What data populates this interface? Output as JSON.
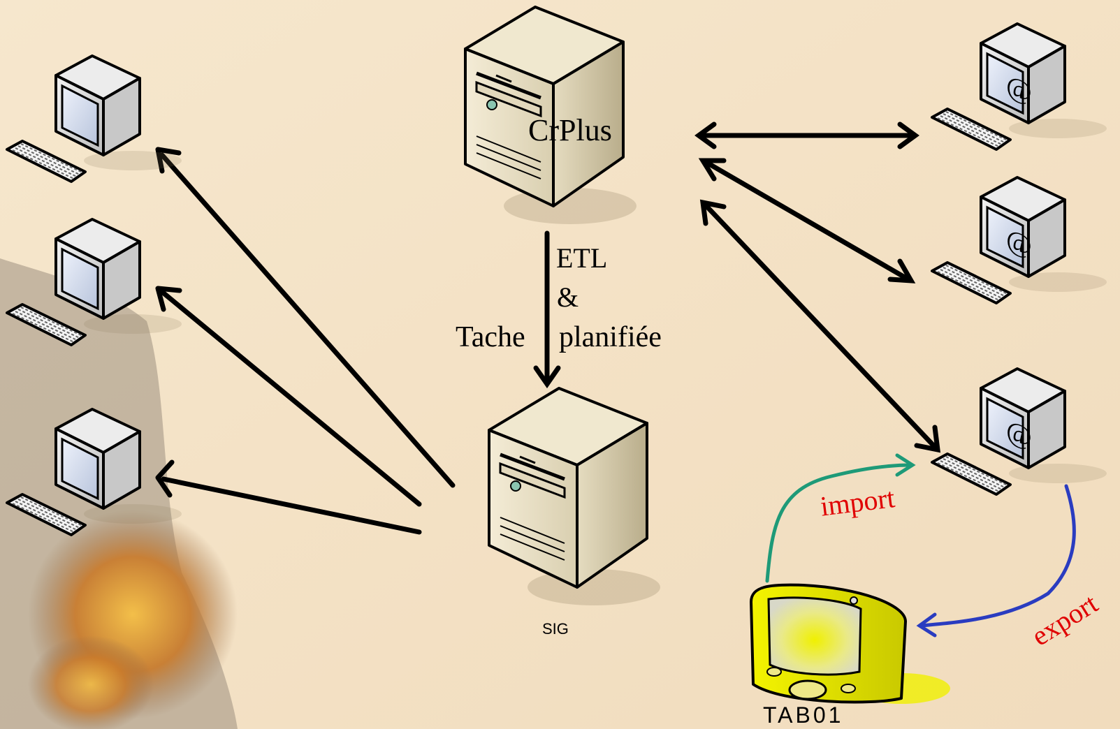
{
  "colors": {
    "background": "#f4e3c8",
    "arrow": "#000000",
    "import_arrow": "#1e9a78",
    "export_arrow": "#2a3cc0",
    "import_text": "#e00000",
    "export_text": "#e00000",
    "tablet_body": "#f2f200"
  },
  "labels": {
    "crplus": "CrPlus",
    "etl": "ETL",
    "ampersand": "&",
    "tache": "Tache",
    "planifiee": "planifiée",
    "sig": "SIG",
    "tab01": "TAB01",
    "import": "import",
    "export": "export"
  },
  "icons": {
    "server": "server-tower-icon",
    "client": "desktop-computer-icon",
    "web_client": "web-desktop-computer-icon",
    "tablet": "handheld-tablet-icon"
  },
  "relations": [
    {
      "from": "crplus",
      "to": "sig",
      "direction": "one-way",
      "label": "ETL & Tache planifiée"
    },
    {
      "from": "sig",
      "to": "client-1",
      "direction": "one-way"
    },
    {
      "from": "sig",
      "to": "client-2",
      "direction": "one-way"
    },
    {
      "from": "sig",
      "to": "client-3",
      "direction": "one-way"
    },
    {
      "from": "crplus",
      "to": "web-client-1",
      "direction": "two-way"
    },
    {
      "from": "crplus",
      "to": "web-client-2",
      "direction": "two-way"
    },
    {
      "from": "crplus",
      "to": "web-client-3",
      "direction": "two-way"
    },
    {
      "from": "tab01",
      "to": "web-client-3",
      "direction": "one-way",
      "label": "import"
    },
    {
      "from": "web-client-3",
      "to": "tab01",
      "direction": "one-way",
      "label": "export"
    }
  ]
}
